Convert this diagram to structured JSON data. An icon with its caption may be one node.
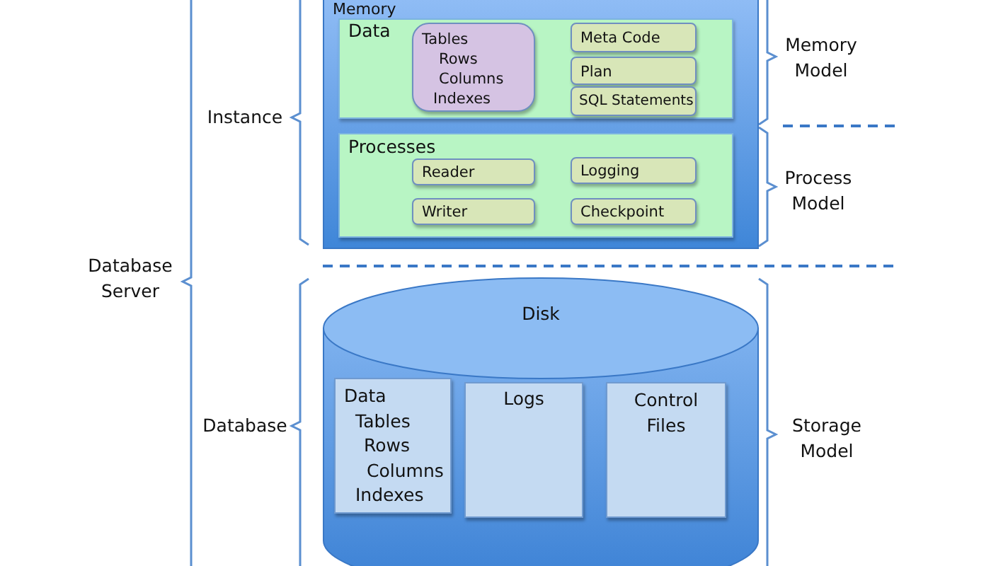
{
  "diagram": {
    "nodes": [
      {
        "text": [
          "Memory"
        ]
      },
      {
        "text": [
          "Data"
        ],
        "in": 0
      },
      {
        "text": [
          "Tables",
          "Rows",
          "Columns",
          "Indexes"
        ],
        "in": 1
      },
      {
        "text": [
          "Meta Code"
        ],
        "in": 1
      },
      {
        "text": [
          "Plan"
        ],
        "in": 1
      },
      {
        "text": [
          "SQL Statements"
        ],
        "in": 1
      },
      {
        "text": [
          "Processes"
        ],
        "in": 0
      },
      {
        "text": [
          "Reader"
        ],
        "in": 6
      },
      {
        "text": [
          "Logging"
        ],
        "in": 6
      },
      {
        "text": [
          "Writer"
        ],
        "in": 6
      },
      {
        "text": [
          "Checkpoint"
        ],
        "in": 6
      },
      {
        "text": [
          "Disk"
        ]
      },
      {
        "text": [
          "Data",
          "Tables",
          "Rows",
          "Columns",
          "Indexes"
        ],
        "in": 11
      },
      {
        "text": [
          "Logs"
        ],
        "in": 11
      },
      {
        "text": [
          "Control Files"
        ],
        "in": 11
      }
    ],
    "labels": [
      "Instance",
      "Memory Model",
      "Process Model",
      "Database Server",
      "Database",
      "Storage Model"
    ]
  }
}
